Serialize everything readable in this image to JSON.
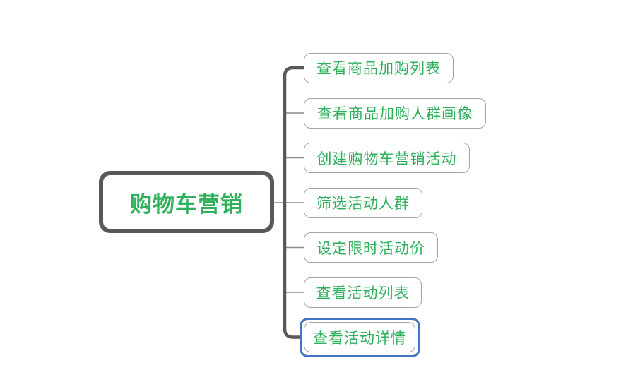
{
  "diagram": {
    "type": "mindmap",
    "root": {
      "label": "购物车营销"
    },
    "children": [
      {
        "label": "查看商品加购列表",
        "selected": false
      },
      {
        "label": "查看商品加购人群画像",
        "selected": false
      },
      {
        "label": "创建购物车营销活动",
        "selected": false
      },
      {
        "label": "筛选活动人群",
        "selected": false
      },
      {
        "label": "设定限时活动价",
        "selected": false
      },
      {
        "label": "查看活动列表",
        "selected": false
      },
      {
        "label": "查看活动详情",
        "selected": true
      }
    ],
    "colors": {
      "node_text_green": "#2eb05c",
      "root_border_gray": "#595959",
      "child_border_gray": "#a3a3a3",
      "branch_line_gray": "#8c8c8c",
      "selection_blue": "#4472c4",
      "background": "#ffffff"
    }
  }
}
